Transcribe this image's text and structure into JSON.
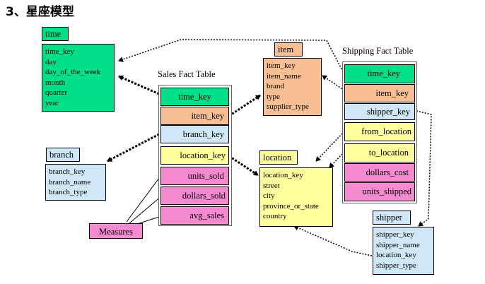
{
  "heading": "3、星座模型",
  "colors": {
    "time": "#00e08a",
    "item": "#f7bf93",
    "branch": "#cfe7f7",
    "location": "#ffff9e",
    "measure": "#f58ad0"
  },
  "time": {
    "title": "time",
    "attributes": [
      "time_key",
      "day",
      "day_of_the_week",
      "month",
      "quarter",
      "year"
    ]
  },
  "item": {
    "title": "item",
    "attributes": [
      "item_key",
      "item_name",
      "brand",
      "type",
      "supplier_type"
    ]
  },
  "branch": {
    "title": "branch",
    "attributes": [
      "branch_key",
      "branch_name",
      "branch_type"
    ]
  },
  "location": {
    "title": "location",
    "attributes": [
      "location_key",
      "street",
      "city",
      "province_or_state",
      "country"
    ]
  },
  "shipper": {
    "title": "shipper",
    "attributes": [
      "shipper_key",
      "shipper_name",
      "location_key",
      "shipper_type"
    ]
  },
  "sales_fact": {
    "title": "Sales Fact Table",
    "fields": [
      "time_key",
      "item_key",
      "branch_key",
      "location_key",
      "units_sold",
      "dollars_sold",
      "avg_sales"
    ]
  },
  "shipping_fact": {
    "title": "Shipping Fact Table",
    "fields": [
      "time_key",
      "item_key",
      "shipper_key",
      "from_location",
      "to_location",
      "dollars_cost",
      "units_shipped"
    ]
  },
  "measures_label": "Measures"
}
